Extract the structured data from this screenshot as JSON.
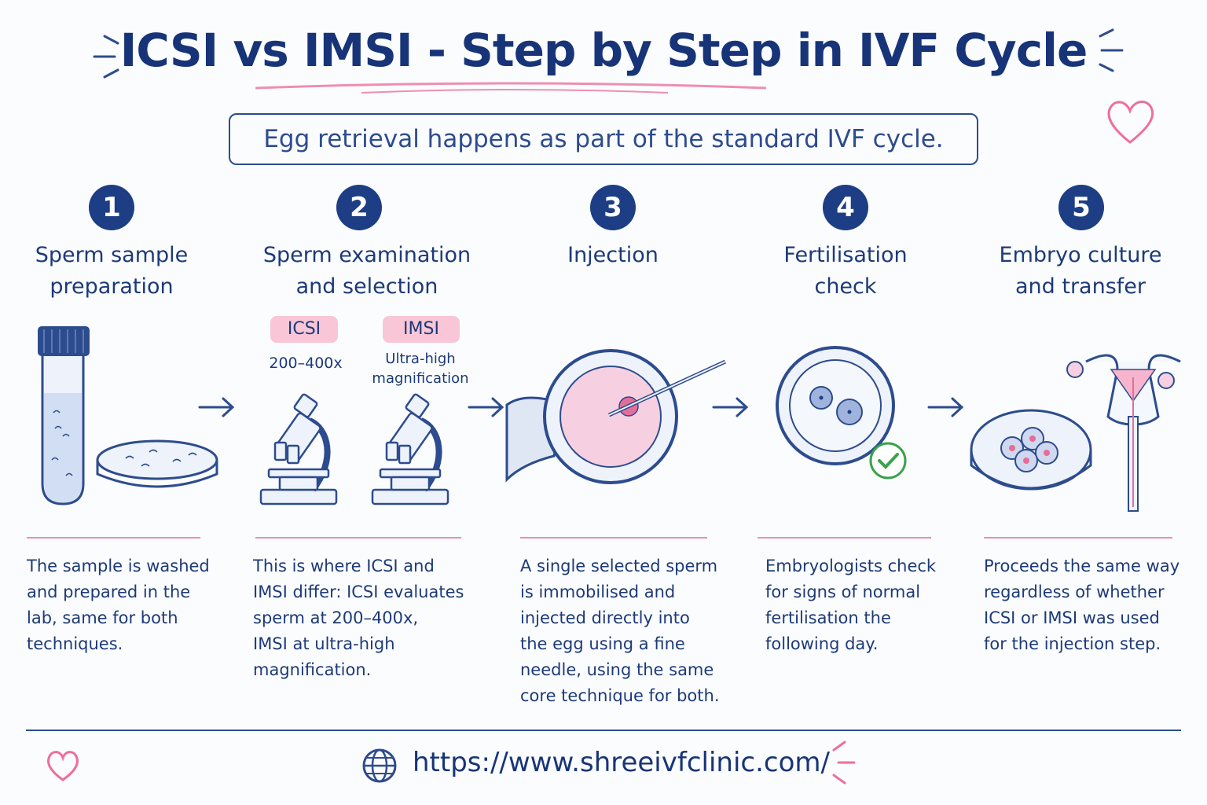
{
  "title": "ICSI vs IMSI - Step by Step in IVF Cycle",
  "subtitle": "Egg retrieval happens as part of the standard IVF cycle.",
  "steps": [
    {
      "number": "1",
      "title_line1": "Sperm sample",
      "title_line2": "preparation",
      "description": "The sample is washed\nand prepared in the\nlab, same for both\ntechniques."
    },
    {
      "number": "2",
      "title_line1": "Sperm examination",
      "title_line2": "and selection",
      "description": "This is where ICSI and\nIMSI differ: ICSI evaluates\nsperm at 200–400x,\nIMSI at ultra-high\nmagnification."
    },
    {
      "number": "3",
      "title_line1": "Injection",
      "title_line2": "",
      "description": "A single selected sperm\nis immobilised and\ninjected directly into\nthe egg using a fine\nneedle, using the same\ncore technique for both."
    },
    {
      "number": "4",
      "title_line1": "Fertilisation",
      "title_line2": "check",
      "description": "Embryologists check\nfor signs of normal\nfertilisation the\nfollowing day."
    },
    {
      "number": "5",
      "title_line1": "Embryo culture",
      "title_line2": "and transfer",
      "description": "Proceeds the same way\nregardless of whether\nICSI or IMSI was used\nfor the injection step."
    }
  ],
  "comparison": {
    "icsi_tag": "ICSI",
    "icsi_mag": "200–400x",
    "imsi_tag": "IMSI",
    "imsi_mag_line1": "Ultra-high",
    "imsi_mag_line2": "magnification"
  },
  "footer": {
    "url": "https://www.shreeivfclinic.com/"
  },
  "colors": {
    "primary": "#1d3e84",
    "accent_pink": "#ee8fae",
    "tag_pink": "#f8c6d6",
    "check_green": "#3aa24a"
  }
}
